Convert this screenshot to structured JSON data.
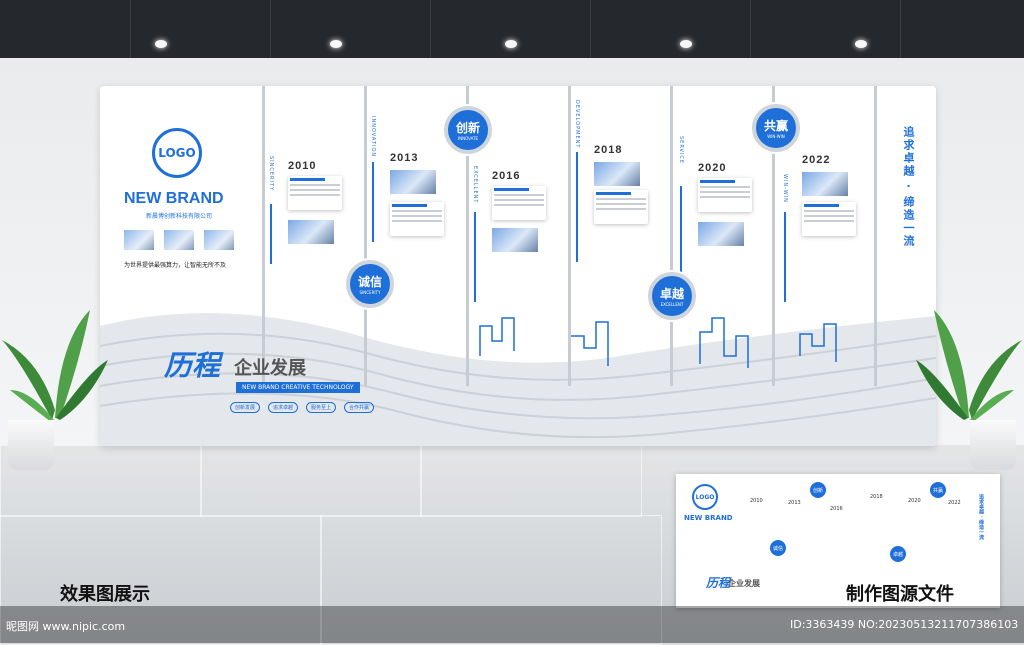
{
  "brand": {
    "logo_text": "LOGO",
    "name": "NEW BRAND",
    "company": "新晨博创新科技有限公司",
    "slogan": "为世界提供最强算力，让智能无所不及"
  },
  "timeline": [
    {
      "year": "2010",
      "tag": "SINCERITY"
    },
    {
      "year": "2013",
      "tag": "INNOVATION"
    },
    {
      "year": "2016",
      "tag": "EXCELLENT"
    },
    {
      "year": "2018",
      "tag": "DEVELOPMENT"
    },
    {
      "year": "2020",
      "tag": "SERVICE"
    },
    {
      "year": "2022",
      "tag": "WIN-WIN"
    }
  ],
  "badges": [
    {
      "cn": "诚信",
      "en": "SINCERITY"
    },
    {
      "cn": "创新",
      "en": "INNOVATE"
    },
    {
      "cn": "卓越",
      "en": "EXCELLENT"
    },
    {
      "cn": "共赢",
      "en": "WIN-WIN"
    }
  ],
  "vertical_slogan": "追求卓越 · 缔造一流",
  "title": {
    "big": "历程",
    "cn": "企业发展",
    "en": "NEW BRAND CREATIVE TECHNOLOGY",
    "pills": [
      "创新发展",
      "追求卓越",
      "服务至上",
      "合作共赢"
    ]
  },
  "captions": {
    "left": "效果图展示",
    "right": "制作图源文件"
  },
  "inset": {
    "logo_text": "LOGO",
    "name": "NEW BRAND",
    "title_big": "历程",
    "title_cn": "企业发展",
    "years": [
      "2010",
      "2013",
      "2016",
      "2018",
      "2020",
      "2022"
    ],
    "badges": [
      "诚信",
      "创新",
      "卓越",
      "共赢"
    ],
    "slogan": "追求卓越 · 缔造一流"
  },
  "watermark": {
    "site": "昵图网 www.nipic.com",
    "id": "ID:3363439 NO:20230513211707386103"
  },
  "colors": {
    "accent": "#1f6fd8"
  }
}
